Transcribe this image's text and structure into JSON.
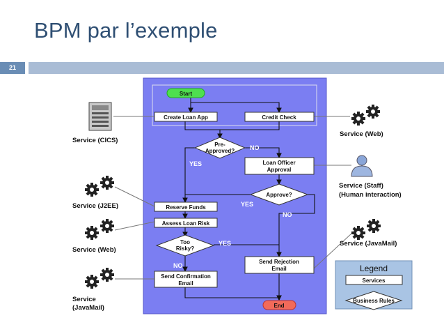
{
  "slide": {
    "title": "BPM par l’exemple",
    "page_number": "21"
  },
  "flow": {
    "start": "Start",
    "create_loan_app": "Create Loan App",
    "credit_check": "Credit Check",
    "pre_approved": [
      "Pre-",
      "Approved?"
    ],
    "loan_officer_approval": [
      "Loan Officer",
      "Approval"
    ],
    "approve": "Approve?",
    "reserve_funds": "Reserve Funds",
    "assess_loan_risk": "Assess Loan Risk",
    "too_risky": [
      "Too",
      "Risky?"
    ],
    "send_confirmation_email": [
      "Send Confirmation",
      "Email"
    ],
    "send_rejection_email": [
      "Send Rejection",
      "Email"
    ],
    "end": "End",
    "yes": "YES",
    "no": "NO"
  },
  "services": {
    "cics": "Service (CICS)",
    "web_top": "Service (Web)",
    "staff": [
      "Service (Staff)",
      "(Human interaction)"
    ],
    "j2ee": "Service (J2EE)",
    "web_mid": "Service (Web)",
    "javamail_right": "Service (JavaMail)",
    "javamail_left": [
      "Service",
      "(JavaMail)"
    ]
  },
  "legend": {
    "title": "Legend",
    "services": "Services",
    "rules": "Business Rules"
  },
  "colors": {
    "panel": "#7b7ef2",
    "title": "#2f4f73",
    "start": "#4ee04e",
    "end": "#f26a5a"
  }
}
